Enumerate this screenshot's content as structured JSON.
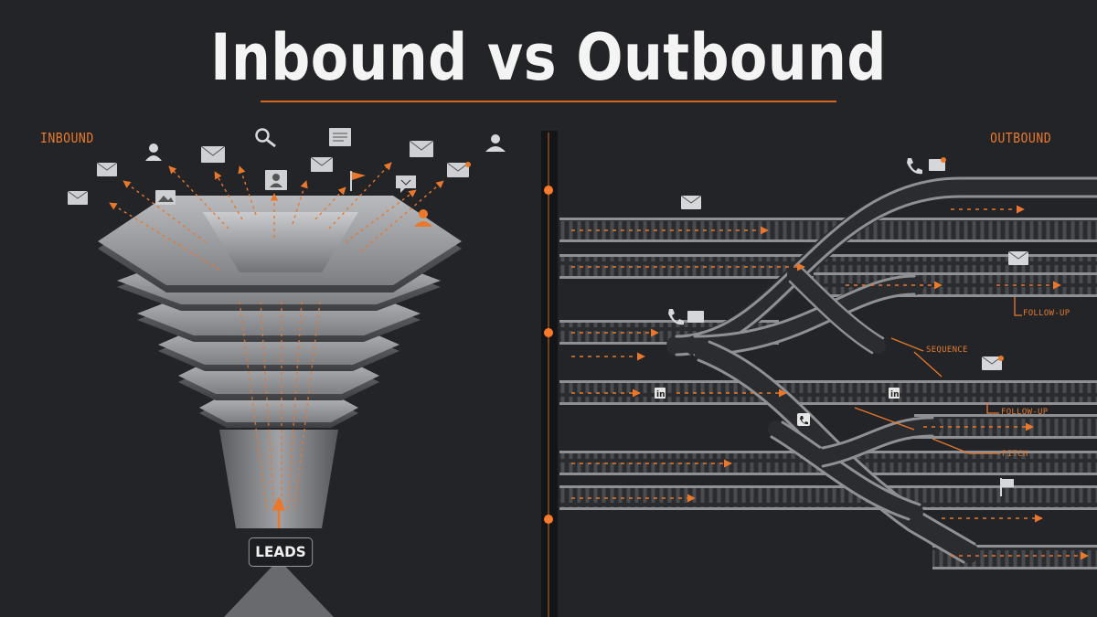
{
  "title": "Inbound vs Outbound",
  "inbound": {
    "label": "INBOUND",
    "leads_label": "LEADS"
  },
  "outbound": {
    "label": "OUTBOUND",
    "tags": {
      "followup_1": "FOLLOW-UP",
      "sequence": "SEQUENCE",
      "followup_2": "FOLLOW-UP",
      "pitch": "PITCH"
    }
  },
  "colors": {
    "background": "#232427",
    "accent": "#e9782c",
    "metal": "#8e9094",
    "rail": "#3a3b3e"
  }
}
